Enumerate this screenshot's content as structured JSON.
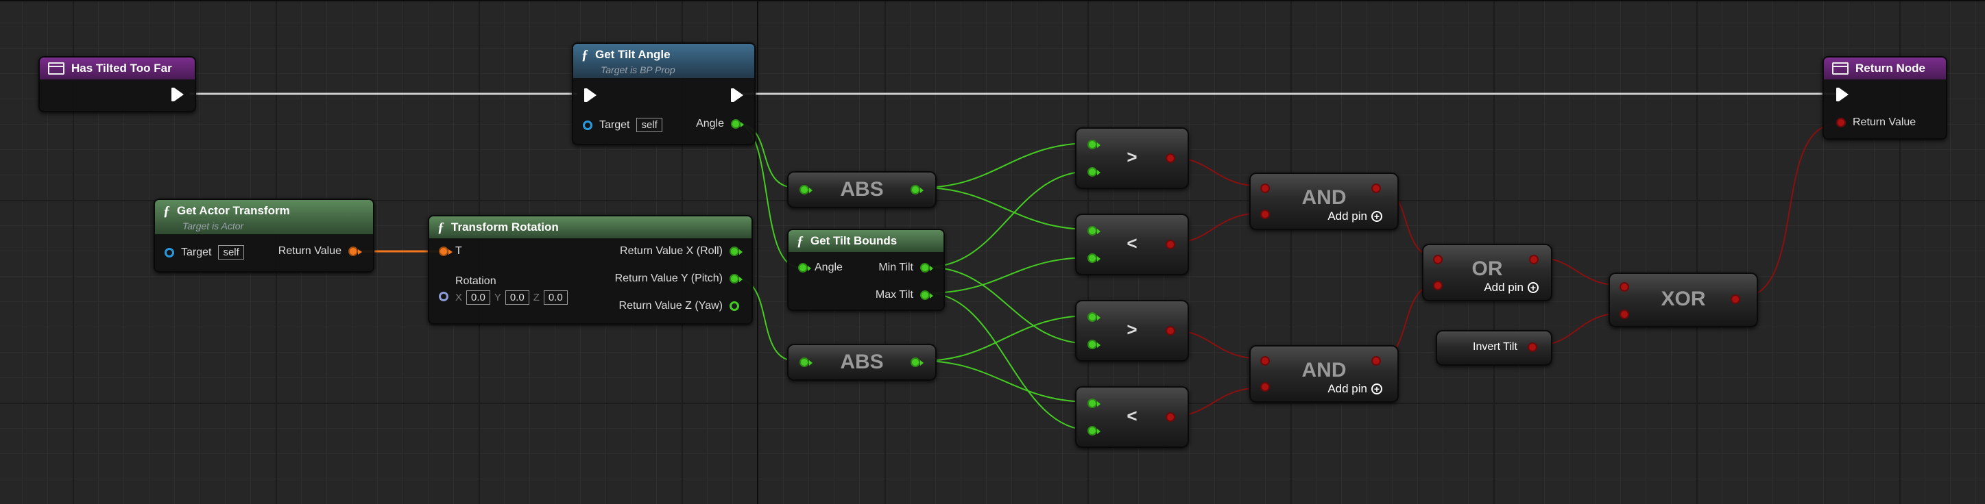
{
  "nodes": {
    "has_tilted": {
      "title": "Has Tilted Too Far"
    },
    "get_tilt_angle": {
      "title": "Get Tilt Angle",
      "subtitle": "Target is BP Prop",
      "target_label": "Target",
      "target_value": "self",
      "angle_label": "Angle"
    },
    "get_actor_transform": {
      "title": "Get Actor Transform",
      "subtitle": "Target is Actor",
      "target_label": "Target",
      "target_value": "self",
      "return_label": "Return Value"
    },
    "transform_rotation": {
      "title": "Transform Rotation",
      "t_label": "T",
      "rotation_label": "Rotation",
      "x_label": "X",
      "x_value": "0.0",
      "y_label": "Y",
      "y_value": "0.0",
      "z_label": "Z",
      "z_value": "0.0",
      "out_roll": "Return Value X (Roll)",
      "out_pitch": "Return Value Y (Pitch)",
      "out_yaw": "Return Value Z (Yaw)"
    },
    "abs1": {
      "label": "ABS"
    },
    "abs2": {
      "label": "ABS"
    },
    "get_tilt_bounds": {
      "title": "Get Tilt Bounds",
      "angle_label": "Angle",
      "min_label": "Min Tilt",
      "max_label": "Max Tilt"
    },
    "gt1": {
      "label": ">"
    },
    "lt1": {
      "label": "<"
    },
    "gt2": {
      "label": ">"
    },
    "lt2": {
      "label": "<"
    },
    "and1": {
      "label": "AND",
      "add_pin": "Add pin"
    },
    "and2": {
      "label": "AND",
      "add_pin": "Add pin"
    },
    "or1": {
      "label": "OR",
      "add_pin": "Add pin"
    },
    "xor1": {
      "label": "XOR"
    },
    "invert_tilt": {
      "label": "Invert Tilt"
    },
    "return_node": {
      "title": "Return Node",
      "return_label": "Return Value"
    }
  },
  "colors": {
    "exec": "#ffffff",
    "float": "#44cc22",
    "bool": "#aa1111",
    "transform": "#f2771d",
    "object": "#2a9ae0"
  },
  "icons": {
    "function": "function-icon",
    "event": "event-entry-icon",
    "add": "add-pin-icon"
  }
}
